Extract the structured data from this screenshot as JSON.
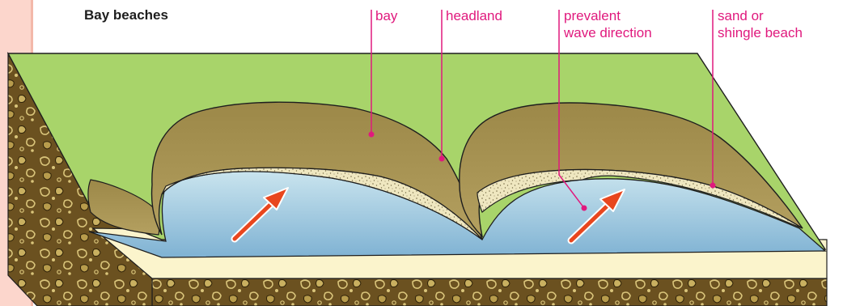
{
  "title": "Bay beaches",
  "labels": {
    "bay": "bay",
    "headland": "headland",
    "wave_direction_line1": "prevalent",
    "wave_direction_line2": "wave direction",
    "beach_line1": "sand or",
    "beach_line2": "shingle beach"
  },
  "colors": {
    "accent": "#e0197d",
    "grass": "#a8d46a",
    "headland": "#a39150",
    "sand": "#efe7c0",
    "water": "#9fc9dc",
    "rock": "#6b5120",
    "arrow": "#e8461e",
    "side_strip": "#fcd6cc"
  },
  "icons": {
    "wave_arrow": "arrow-icon"
  }
}
